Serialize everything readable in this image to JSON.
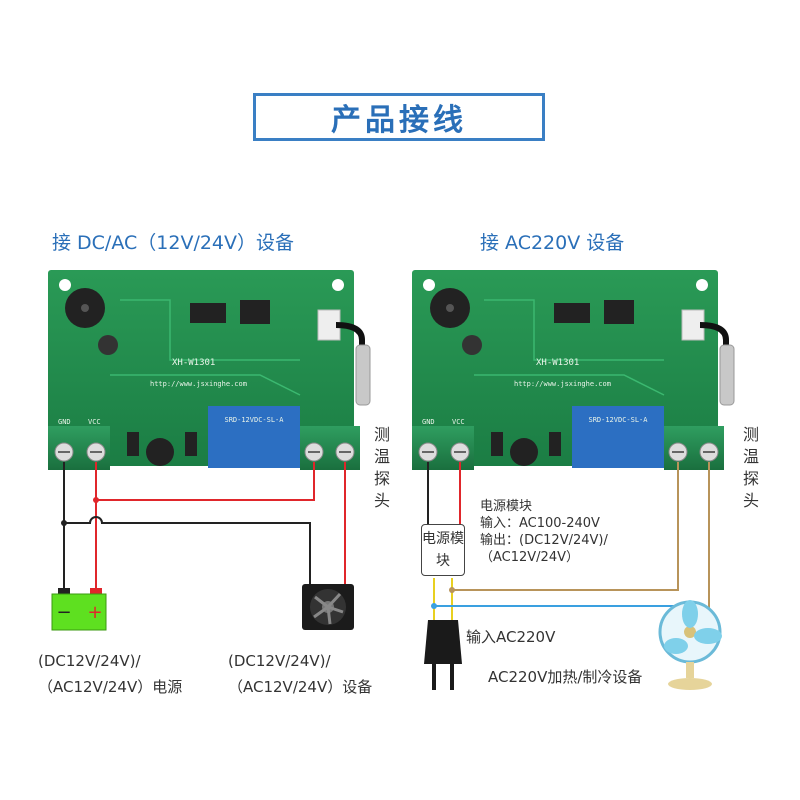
{
  "title": "产品接线",
  "left": {
    "heading": "接 DC/AC（12V/24V）设备",
    "board_model": "XH-W1301",
    "board_url": "http://www.jsxinghe.com",
    "relay_text": "SRD-12VDC-SL-A",
    "gnd": "GND",
    "vcc": "VCC",
    "probe_label": "测温探头",
    "battery_minus": "−",
    "battery_plus": "+",
    "power_line1": "(DC12V/24V)/",
    "power_line2": "（AC12V/24V）电源",
    "device_line1": "(DC12V/24V)/",
    "device_line2": "（AC12V/24V）设备"
  },
  "right": {
    "heading": "接 AC220V 设备",
    "board_model": "XH-W1301",
    "board_url": "http://www.jsxinghe.com",
    "relay_text": "SRD-12VDC-SL-A",
    "gnd": "GND",
    "vcc": "VCC",
    "probe_label": "测温探头",
    "psu_title": "电源模块",
    "psu_input": "输入：AC100-240V",
    "psu_output1": "输出：(DC12V/24V)/",
    "psu_output2": "（AC12V/24V）",
    "psu_box": "电源模块",
    "plug_label": "输入AC220V",
    "fan_label": "AC220V加热/制冷设备"
  },
  "colors": {
    "title_blue": "#2a6fb8",
    "pcb_green": "#1f8a4c",
    "wire_red": "#e0262b",
    "wire_black": "#222222",
    "wire_brown": "#b8945a",
    "wire_blue": "#3aa0e0",
    "wire_yellow": "#e8d020",
    "battery_green": "#5ee020"
  }
}
